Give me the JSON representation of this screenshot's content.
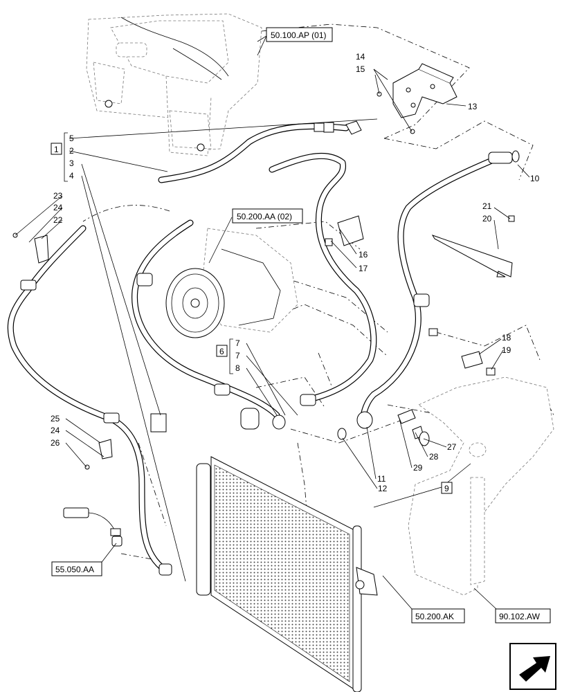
{
  "callouts": [
    {
      "key": "c5",
      "text": "5"
    },
    {
      "key": "c2",
      "text": "2"
    },
    {
      "key": "c3",
      "text": "3"
    },
    {
      "key": "c4",
      "text": "4"
    },
    {
      "key": "c14",
      "text": "14"
    },
    {
      "key": "c15",
      "text": "15"
    },
    {
      "key": "c13",
      "text": "13"
    },
    {
      "key": "c10",
      "text": "10"
    },
    {
      "key": "c23",
      "text": "23"
    },
    {
      "key": "c24a",
      "text": "24"
    },
    {
      "key": "c22",
      "text": "22"
    },
    {
      "key": "c21",
      "text": "21"
    },
    {
      "key": "c20",
      "text": "20"
    },
    {
      "key": "c16",
      "text": "16"
    },
    {
      "key": "c17",
      "text": "17"
    },
    {
      "key": "c7a",
      "text": "7"
    },
    {
      "key": "c7b",
      "text": "7"
    },
    {
      "key": "c8",
      "text": "8"
    },
    {
      "key": "c18",
      "text": "18"
    },
    {
      "key": "c19",
      "text": "19"
    },
    {
      "key": "c25",
      "text": "25"
    },
    {
      "key": "c24b",
      "text": "24"
    },
    {
      "key": "c26",
      "text": "26"
    },
    {
      "key": "c27",
      "text": "27"
    },
    {
      "key": "c28",
      "text": "28"
    },
    {
      "key": "c29",
      "text": "29"
    },
    {
      "key": "c11",
      "text": "11"
    },
    {
      "key": "c12",
      "text": "12"
    }
  ],
  "group_boxes": {
    "g1": "1",
    "g6": "6",
    "g9": "9"
  },
  "references": {
    "ref_50100ap": "50.100.AP (01)",
    "ref_50200aa": "50.200.AA (02)",
    "ref_55050aa": "55.050.AA",
    "ref_50200ak": "50.200.AK",
    "ref_90102aw": "90.102.AW"
  },
  "icons": {
    "nav": "next-page-arrow-icon"
  }
}
